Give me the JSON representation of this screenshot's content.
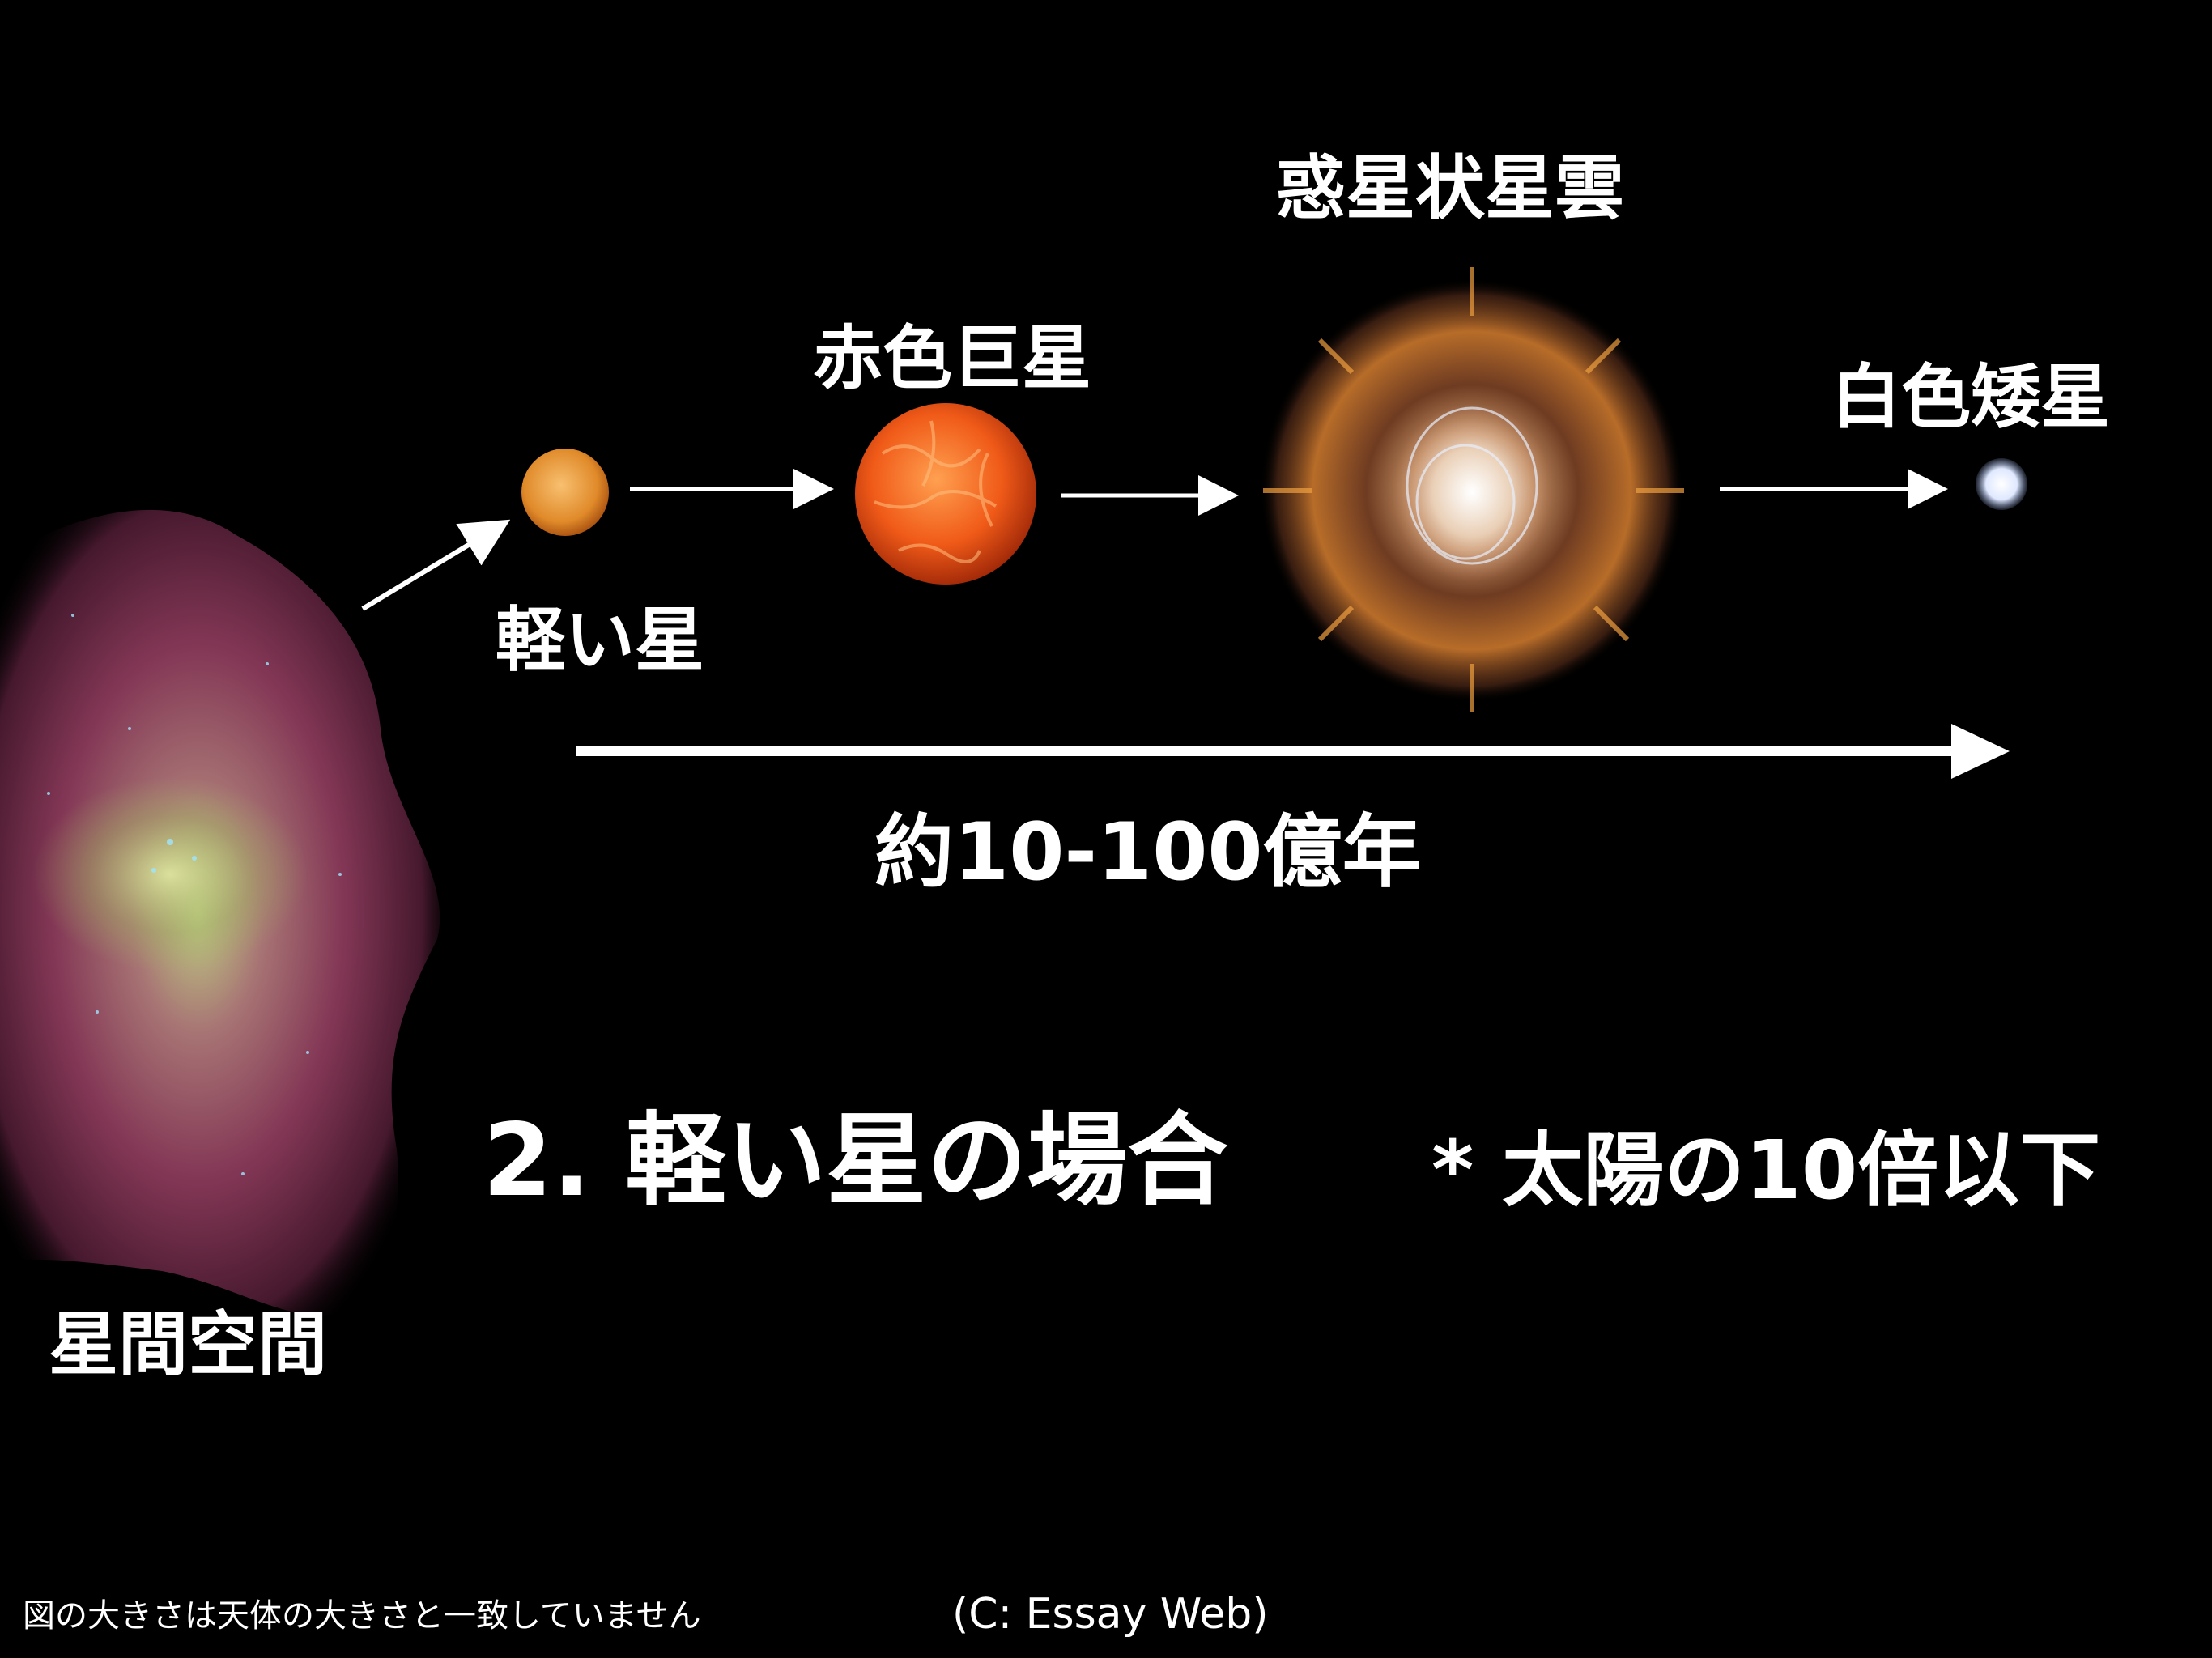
{
  "slide": {
    "title": "2. 軽い星の場合",
    "condition": "* 太陽の10倍以下",
    "timescale": "約10-100億年",
    "stages": {
      "interstellar": "星間空間",
      "light_star": "軽い星",
      "red_giant": "赤色巨星",
      "planetary_nebula": "惑星状星雲",
      "white_dwarf": "白色矮星"
    },
    "footnote": "図の大きさは天体の大きさと一致していません",
    "credit": "(C: Essay Web)"
  },
  "colors": {
    "background": "#000000",
    "text": "#ffffff",
    "nebula_pink": "#b0506e",
    "nebula_green": "#9ab36a",
    "star_orange": "#e89a3a",
    "giant_red": "#e8501e",
    "planetary_orange": "#d8782a",
    "white_dwarf": "#eef4ff"
  }
}
